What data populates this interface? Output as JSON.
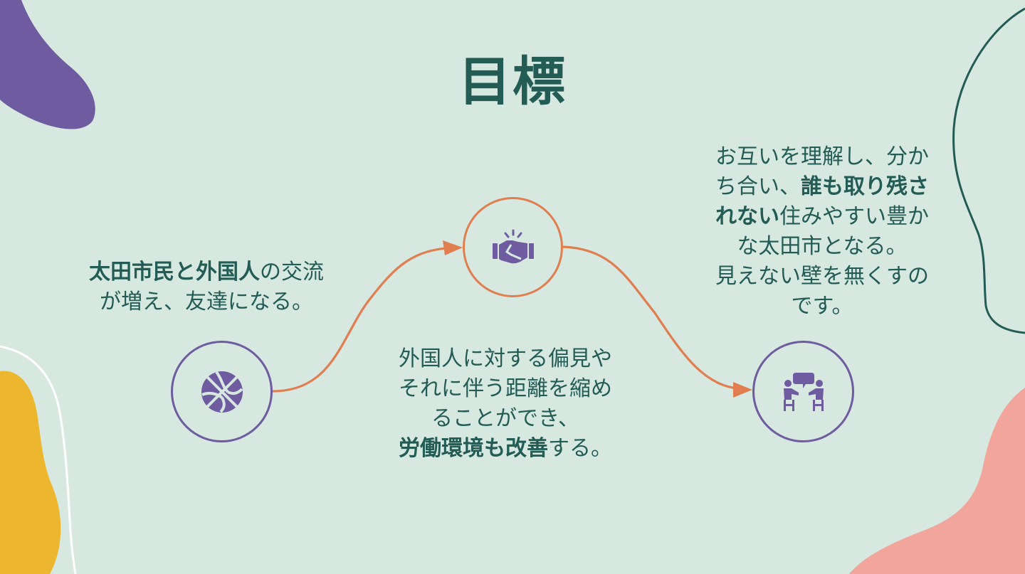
{
  "slide": {
    "title": "目標",
    "colors": {
      "background": "#d6e8df",
      "text": "#225c55",
      "purple": "#6e5ba0",
      "orange": "#e07e4f",
      "yellow": "#ecb72f",
      "pink": "#f2a59b",
      "white": "#ffffff"
    }
  },
  "steps": [
    {
      "icon": "basketball-icon",
      "text": {
        "bold1": "太田市民と外国人",
        "normal1": "の交流",
        "line2": "が増え、友達になる。"
      }
    },
    {
      "icon": "handshake-icon",
      "text": {
        "line1": "外国人に対する偏見や",
        "line2": "それに伴う距離を縮め",
        "line3": "ることができ、",
        "bold4": "労働環境も改善",
        "normal4": "する。"
      }
    },
    {
      "icon": "people-talking-icon",
      "text": {
        "line1": "お互いを理解し、分か",
        "normal2": "ち合い、",
        "bold2": "誰も取り残さ",
        "bold3": "れない",
        "normal3": "住みやすい豊か",
        "line4": "な太田市となる。",
        "line5": "見えない壁を無くすの",
        "line6": "です。"
      }
    }
  ]
}
